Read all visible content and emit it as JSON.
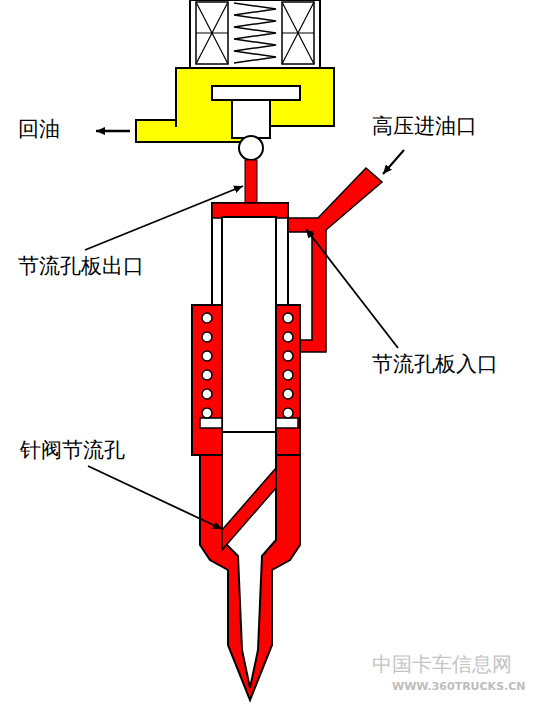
{
  "diagram": {
    "labels": [
      "回油",
      "高压进油口",
      "节流孔板出口",
      "节流孔板入口",
      "针阀节流孔",
      "中国卡车信息网",
      "WWW.360TRUCKS.CN"
    ]
  }
}
